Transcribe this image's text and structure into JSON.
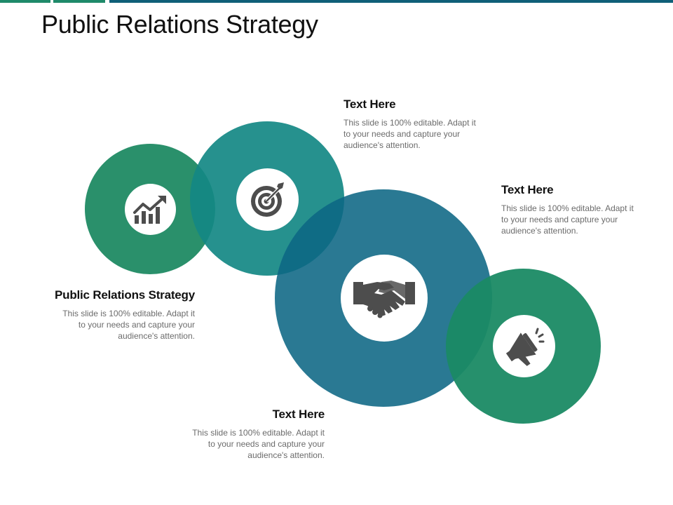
{
  "slide": {
    "title": "Public Relations Strategy"
  },
  "blocks": {
    "top": {
      "heading": "Text Here",
      "body": "This slide is 100% editable. Adapt it to your needs and capture your audience's attention."
    },
    "right": {
      "heading": "Text Here",
      "body": "This slide is 100% editable. Adapt it to your needs and capture your audience's attention."
    },
    "left": {
      "heading": "Public Relations Strategy",
      "body": "This slide is 100% editable. Adapt it to your needs and capture your audience's attention."
    },
    "bottom": {
      "heading": "Text Here",
      "body": "This slide is 100% editable. Adapt it to your needs and capture your audience's attention."
    }
  },
  "icons": [
    "growth-chart-icon",
    "target-icon",
    "handshake-icon",
    "megaphone-icon"
  ],
  "colors": {
    "green": "#1f8a63",
    "teal": "#138884",
    "blue": "#0d6684",
    "icon_gray": "#4d4d4d"
  }
}
